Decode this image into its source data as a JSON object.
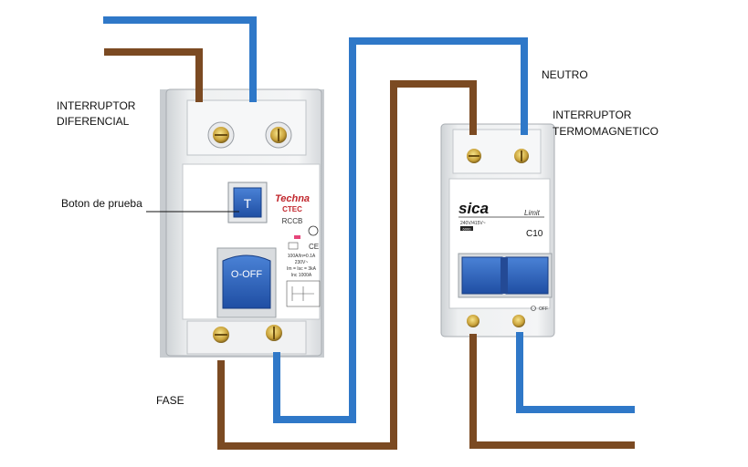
{
  "labels": {
    "diferencial_line1": "INTERRUPTOR",
    "diferencial_line2": "DIFERENCIAL",
    "boton": "Boton de prueba",
    "fase": "FASE",
    "neutro": "NEUTRO",
    "termo_line1": "INTERRUPTOR",
    "termo_line2": "TERMOMAGNETICO"
  },
  "rccb": {
    "brand": "Techna",
    "model": "CTEC",
    "type": "RCCB",
    "switch_label": "O-OFF",
    "test_button_label": "T",
    "specs": [
      "100A/In=0.1A",
      "230V~",
      "Im = Isc = 3kA",
      "Inc 1000A"
    ]
  },
  "mcb": {
    "brand": "sica",
    "series": "Limit",
    "rating": "240V/415V~",
    "curve": "C10",
    "capacity": "6000",
    "off_label": "OFF"
  },
  "colors": {
    "neutral_wire": "#2f78c8",
    "phase_wire": "#7b4a22",
    "handle": "#2d5fb8"
  }
}
